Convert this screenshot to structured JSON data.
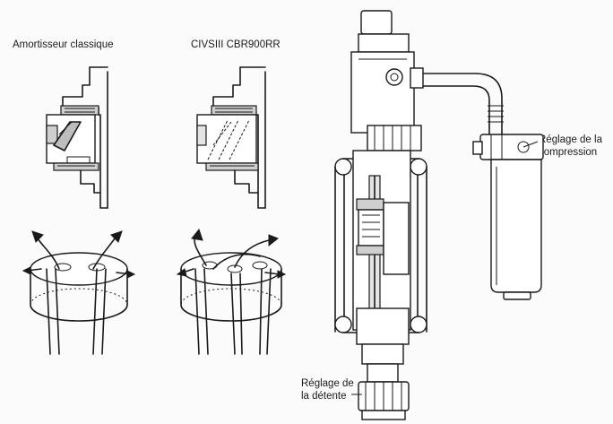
{
  "labels": {
    "title_left": "Amortisseur classique",
    "title_right": "CIVSIII  CBR900RR",
    "compression_line1": "Réglage de la",
    "compression_line2": "compression",
    "detente_line1": "Réglage de",
    "detente_line2": "la détente"
  },
  "colors": {
    "ink": "#1a1a1a",
    "shade": "#cfcfcf",
    "light_shade": "#e4e4e4",
    "background": "#fbfbfb"
  }
}
